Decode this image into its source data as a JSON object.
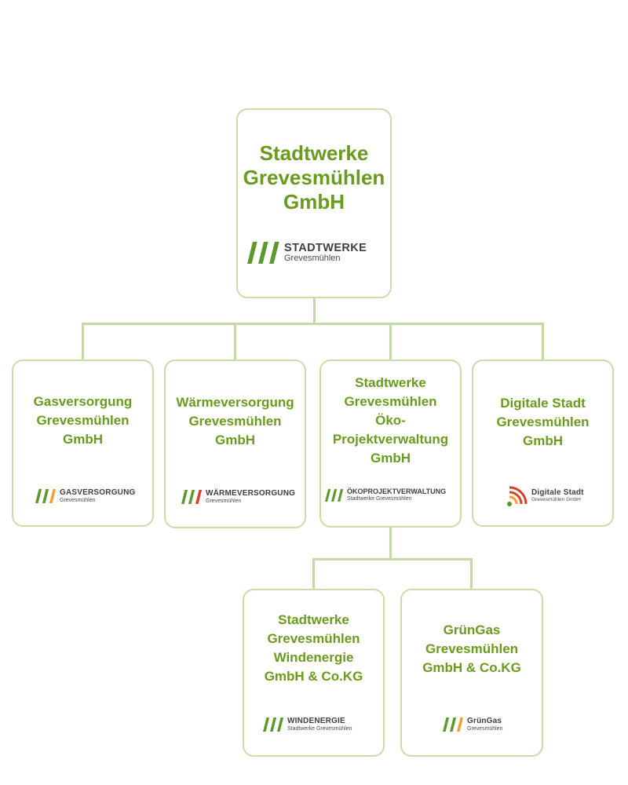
{
  "org_chart": {
    "root": {
      "title_lines": [
        "Stadtwerke",
        "Grevesmühlen",
        "GmbH"
      ],
      "logo": {
        "icon": "three-slash-stripes-icon",
        "main": "STADTWERKE",
        "sub": "Grevesmühlen",
        "colors": [
          "#5e9a2b",
          "#5e9a2b",
          "#5e9a2b"
        ]
      }
    },
    "level1": [
      {
        "title_lines": [
          "Gasversorgung",
          "Grevesmühlen",
          "GmbH"
        ],
        "logo": {
          "icon": "three-slash-stripes-icon",
          "main": "GASVERSORGUNG",
          "sub": "Grevesmühlen",
          "colors": [
            "#5e9a2b",
            "#5e9a2b",
            "#f0a030"
          ]
        }
      },
      {
        "title_lines": [
          "Wärmeversorgung",
          "Grevesmühlen",
          "GmbH"
        ],
        "logo": {
          "icon": "three-slash-stripes-icon",
          "main": "WÄRMEVERSORGUNG",
          "sub": "Grevesmühlen",
          "colors": [
            "#5e9a2b",
            "#5e9a2b",
            "#d9402b"
          ]
        }
      },
      {
        "title_lines": [
          "Stadtwerke",
          "Grevesmühlen",
          "Öko-",
          "Projektverwaltung",
          "GmbH"
        ],
        "logo": {
          "icon": "three-slash-stripes-icon",
          "main": "ÖKOPROJEKTVERWALTUNG",
          "sub": "Stadtwerke Grevesmühlen",
          "colors": [
            "#5e9a2b",
            "#5e9a2b",
            "#5e9a2b"
          ]
        }
      },
      {
        "title_lines": [
          "Digitale Stadt",
          "Grevesmühlen",
          "GmbH"
        ],
        "logo": {
          "icon": "wifi-signal-icon",
          "main": "Digitale Stadt",
          "sub": "Grevesmühlen GmbH",
          "colors": [
            "#d9402b",
            "#f0a030",
            "#5e9a2b"
          ]
        }
      }
    ],
    "level2": [
      {
        "title_lines": [
          "Stadtwerke",
          "Grevesmühlen",
          "Windenergie",
          "GmbH & Co.KG"
        ],
        "logo": {
          "icon": "three-slash-stripes-icon",
          "main": "WINDENERGIE",
          "sub": "Stadtwerke Grevesmühlen",
          "colors": [
            "#5e9a2b",
            "#5e9a2b",
            "#5e9a2b"
          ]
        }
      },
      {
        "title_lines": [
          "GrünGas",
          "Grevesmühlen",
          "GmbH & Co.KG"
        ],
        "logo": {
          "icon": "three-slash-stripes-icon",
          "main": "GrünGas",
          "sub": "Grevesmühlen",
          "colors": [
            "#5e9a2b",
            "#5e9a2b",
            "#f0a030"
          ]
        }
      }
    ],
    "colors": {
      "title": "#6a9b1e",
      "border": "#c9dcaa",
      "connector": "#c5d9a6"
    }
  }
}
